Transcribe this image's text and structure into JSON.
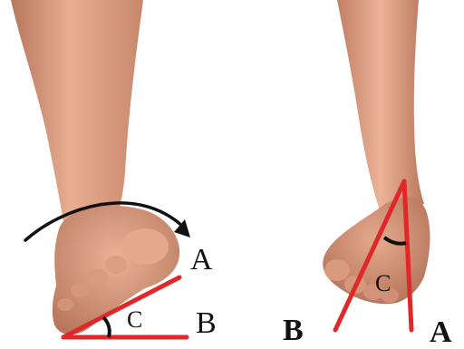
{
  "figure": {
    "left_panel": {
      "label_a": "A",
      "label_b": "B",
      "label_c": "C"
    },
    "right_panel": {
      "label_a": "A",
      "label_b": "B",
      "label_c": "C"
    }
  },
  "colors": {
    "skin": "#d99a7e",
    "skin_shadow": "#b8775d",
    "skin_light": "#eab59a",
    "angle_line": "#e0282a",
    "arrow": "#111111",
    "arc": "#111111"
  }
}
